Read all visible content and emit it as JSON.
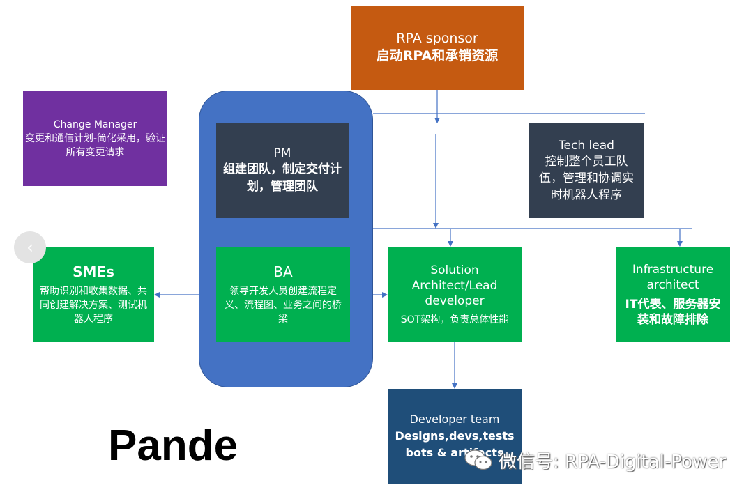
{
  "nodes": {
    "rpa_sponsor": {
      "title": "RPA sponsor",
      "body": "启动RPA和承销资源",
      "color": "#c55a11"
    },
    "change_manager": {
      "title": "Change Manager",
      "body": "变更和通信计划-简化采用，验证所有变更请求",
      "color": "#7030a0"
    },
    "pm": {
      "title": "PM",
      "body": "组建团队，制定交付计划，管理团队",
      "color": "#333f50"
    },
    "ba": {
      "title": "BA",
      "body": "领导开发人员创建流程定义、流程图、业务之间的桥梁",
      "color": "#00b050"
    },
    "tech_lead": {
      "title": "Tech lead",
      "body": "控制整个员工队伍，管理和协调实时机器人程序",
      "color": "#333f50"
    },
    "smes": {
      "title": "SMEs",
      "body": "帮助识别和收集数据、共同创建解决方案、测试机器人程序",
      "color": "#00b050"
    },
    "solution_architect": {
      "title": "Solution Architect/Lead developer",
      "body": "SOT架构，负责总体性能",
      "color": "#00b050"
    },
    "infrastructure_architect": {
      "title": "Infrastructure architect",
      "body": "IT代表、服务器安装和故障排除",
      "color": "#00b050"
    },
    "developer_team": {
      "title": "Developer team",
      "body": "Designs,devs,tests bots & artifacts",
      "color": "#1f4e79"
    }
  },
  "container_color": "#4472c4",
  "line_color": "#4472c4",
  "caption": "Pande",
  "watermark": {
    "icon": "wechat-icon",
    "text": "微信号: RPA-Digital-Power"
  },
  "nav": {
    "icon": "chevron-left-icon"
  }
}
